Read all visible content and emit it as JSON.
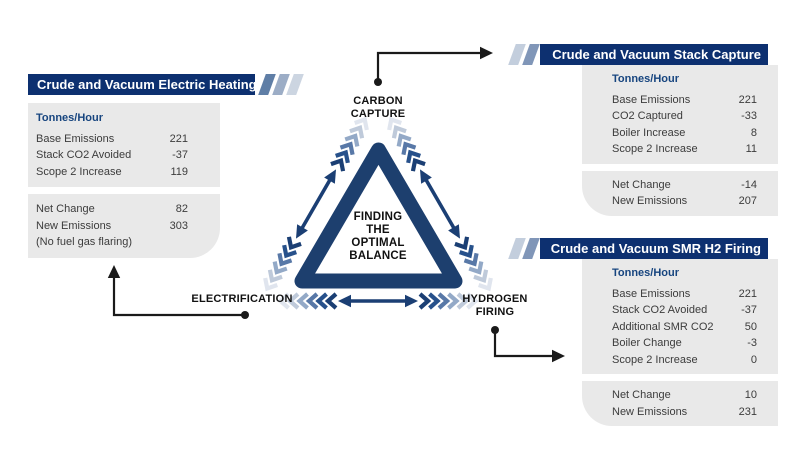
{
  "colors": {
    "header_bg": "#0d3070",
    "header_text": "#ffffff",
    "panel_bg": "#e9e9e9",
    "subtitle_text": "#17457f",
    "body_text": "#3c3c3c",
    "label_text": "#111111",
    "triangle": "#1d3f6e",
    "connector": "#1a1a1a",
    "stripe_dark": "#5f7ea6",
    "stripe_medium": "#9cadc6",
    "stripe_light": "#ccd5e1"
  },
  "chevrons": {
    "arrow_color": "#1b3f74",
    "shades_inner_to_outer": [
      "#1b3f74",
      "#27518b",
      "#5878a7",
      "#93a9c7",
      "#bfcada",
      "#e0e5ee"
    ]
  },
  "diagram": {
    "center_lines": [
      "FINDING",
      "THE",
      "OPTIMAL",
      "BALANCE"
    ],
    "vertex_top_lines": [
      "CARBON",
      "CAPTURE"
    ],
    "vertex_left": "ELECTRIFICATION",
    "vertex_right_lines": [
      "HYDROGEN",
      "FIRING"
    ]
  },
  "panels": {
    "electric": {
      "title": "Crude and Vacuum Electric Heating",
      "subtitle": "Tonnes/Hour",
      "rows": [
        {
          "label": "Base Emissions",
          "value": "221"
        },
        {
          "label": "Stack CO2 Avoided",
          "value": "-37"
        },
        {
          "label": "Scope 2 Increase",
          "value": "119"
        }
      ],
      "summary": [
        {
          "label": "Net Change",
          "value": "82"
        },
        {
          "label": "New Emissions",
          "value": "303"
        }
      ],
      "note": "(No fuel gas flaring)"
    },
    "stack": {
      "title": "Crude and Vacuum Stack Capture",
      "subtitle": "Tonnes/Hour",
      "rows": [
        {
          "label": "Base Emissions",
          "value": "221"
        },
        {
          "label": "CO2 Captured",
          "value": "-33"
        },
        {
          "label": "Boiler Increase",
          "value": "8"
        },
        {
          "label": "Scope 2 Increase",
          "value": "11"
        }
      ],
      "summary": [
        {
          "label": "Net Change",
          "value": "-14"
        },
        {
          "label": "New Emissions",
          "value": "207"
        }
      ]
    },
    "smr": {
      "title": "Crude and Vacuum SMR H2 Firing",
      "subtitle": "Tonnes/Hour",
      "rows": [
        {
          "label": "Base Emissions",
          "value": "221"
        },
        {
          "label": "Stack CO2 Avoided",
          "value": "-37"
        },
        {
          "label": "Additional SMR CO2",
          "value": "50"
        },
        {
          "label": "Boiler Change",
          "value": "-3"
        },
        {
          "label": "Scope 2 Increase",
          "value": "0"
        }
      ],
      "summary": [
        {
          "label": "Net Change",
          "value": "10"
        },
        {
          "label": "New Emissions",
          "value": "231"
        }
      ]
    }
  }
}
